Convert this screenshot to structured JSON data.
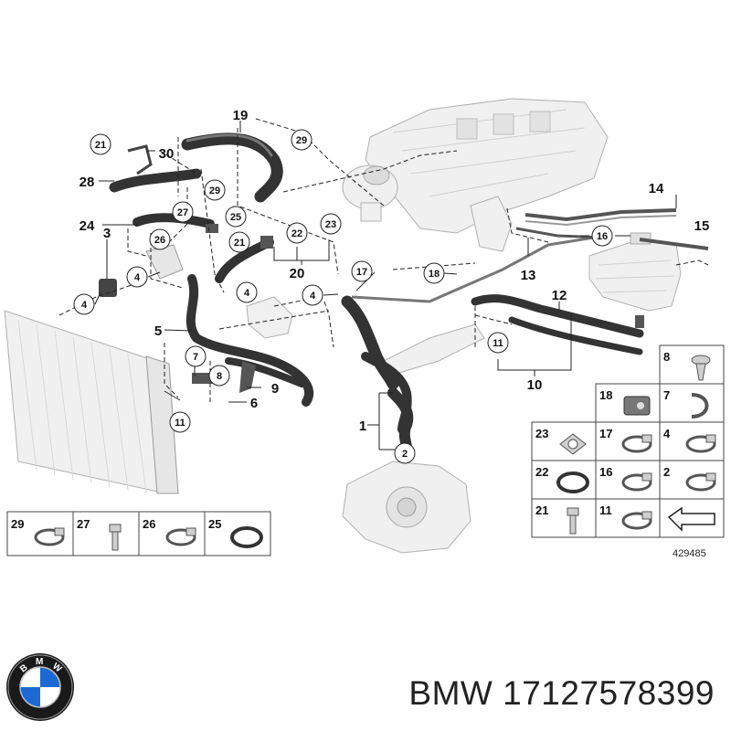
{
  "brand": "BMW",
  "footer": {
    "brand": "BMW",
    "part_number": "17127578399"
  },
  "logo_letters": "BMW",
  "diagram_code": "429485",
  "callouts": [
    {
      "label": "19",
      "style": "plain"
    },
    {
      "label": "21",
      "style": "circle"
    },
    {
      "label": "30",
      "style": "plain"
    },
    {
      "label": "29",
      "style": "circle"
    },
    {
      "label": "28",
      "style": "plain"
    },
    {
      "label": "29",
      "style": "circle"
    },
    {
      "label": "27",
      "style": "circle"
    },
    {
      "label": "25",
      "style": "circle"
    },
    {
      "label": "24",
      "style": "plain"
    },
    {
      "label": "26",
      "style": "circle"
    },
    {
      "label": "22",
      "style": "circle"
    },
    {
      "label": "23",
      "style": "circle"
    },
    {
      "label": "21",
      "style": "circle"
    },
    {
      "label": "20",
      "style": "plain"
    },
    {
      "label": "3",
      "style": "plain"
    },
    {
      "label": "4",
      "style": "circle"
    },
    {
      "label": "4",
      "style": "circle"
    },
    {
      "label": "4",
      "style": "circle"
    },
    {
      "label": "4",
      "style": "circle"
    },
    {
      "label": "17",
      "style": "circle"
    },
    {
      "label": "18",
      "style": "circle"
    },
    {
      "label": "14",
      "style": "plain"
    },
    {
      "label": "15",
      "style": "plain"
    },
    {
      "label": "16",
      "style": "circle"
    },
    {
      "label": "13",
      "style": "plain"
    },
    {
      "label": "12",
      "style": "plain"
    },
    {
      "label": "5",
      "style": "plain"
    },
    {
      "label": "7",
      "style": "circle"
    },
    {
      "label": "8",
      "style": "circle"
    },
    {
      "label": "9",
      "style": "plain"
    },
    {
      "label": "6",
      "style": "plain"
    },
    {
      "label": "11",
      "style": "circle"
    },
    {
      "label": "11",
      "style": "circle"
    },
    {
      "label": "10",
      "style": "plain"
    },
    {
      "label": "1",
      "style": "plain"
    },
    {
      "label": "2",
      "style": "circle"
    }
  ],
  "legend_bottom": [
    "29",
    "27",
    "26",
    "25"
  ],
  "legend_right": [
    "8",
    "18",
    "7",
    "23",
    "17",
    "4",
    "22",
    "16",
    "2",
    "21",
    "11"
  ]
}
